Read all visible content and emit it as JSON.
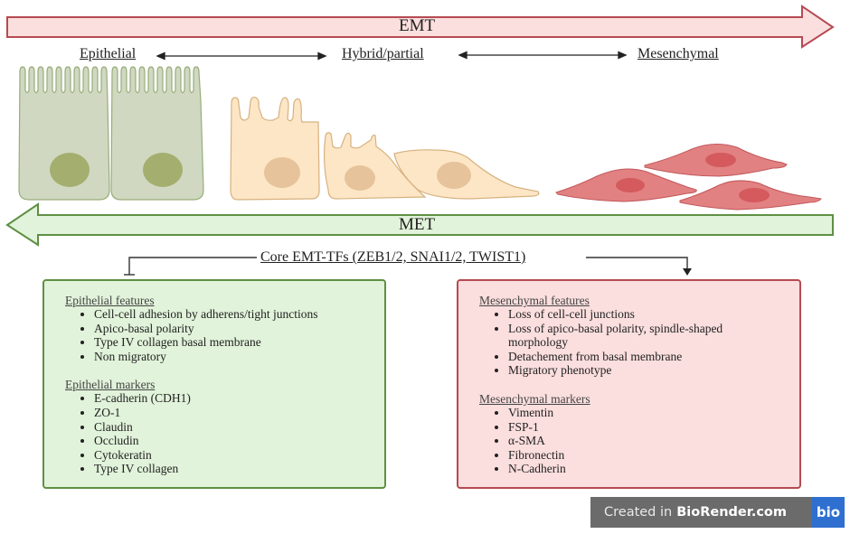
{
  "emt_arrow": {
    "label": "EMT",
    "fill": "#fbdede",
    "stroke": "#b54a52"
  },
  "met_arrow": {
    "label": "MET",
    "fill": "#e1f3da",
    "stroke": "#5f8f44"
  },
  "states": {
    "epithelial": "Epithelial",
    "hybrid": "Hybrid/partial",
    "mesenchymal": "Mesenchymal"
  },
  "core_tfs": "Core EMT-TFs (ZEB1/2, SNAI1/2, TWIST1)",
  "epithelial_box": {
    "features_title": "Epithelial features",
    "features": [
      "Cell-cell adhesion by adherens/tight junctions",
      "Apico-basal polarity",
      "Type IV collagen basal membrane",
      "Non migratory"
    ],
    "markers_title": "Epithelial markers",
    "markers": [
      "E-cadherin (CDH1)",
      "ZO-1",
      "Claudin",
      "Occludin",
      "Cytokeratin",
      "Type IV collagen"
    ]
  },
  "mesenchymal_box": {
    "features_title": "Mesenchymal features",
    "features": [
      "Loss of cell-cell junctions",
      "Loss of apico-basal polarity, spindle-shaped morphology",
      "Detachement from basal membrane",
      "Migratory phenotype"
    ],
    "markers_title": "Mesenchymal markers ",
    "markers": [
      "Vimentin",
      "FSP-1",
      "α-SMA",
      "Fibronectin",
      "N-Cadherin"
    ]
  },
  "colors": {
    "epithelial_cell": "#d0d8c2",
    "epithelial_nucleus": "#a4ae6e",
    "hybrid_cell": "#fde6c6",
    "hybrid_nucleus": "#e6c39a",
    "mesenchymal_cell": "#e28181",
    "mesenchymal_nucleus": "#d45a5e"
  },
  "badge": {
    "prefix": "Created in",
    "brand": "BioRender.com",
    "logo": "bio"
  }
}
